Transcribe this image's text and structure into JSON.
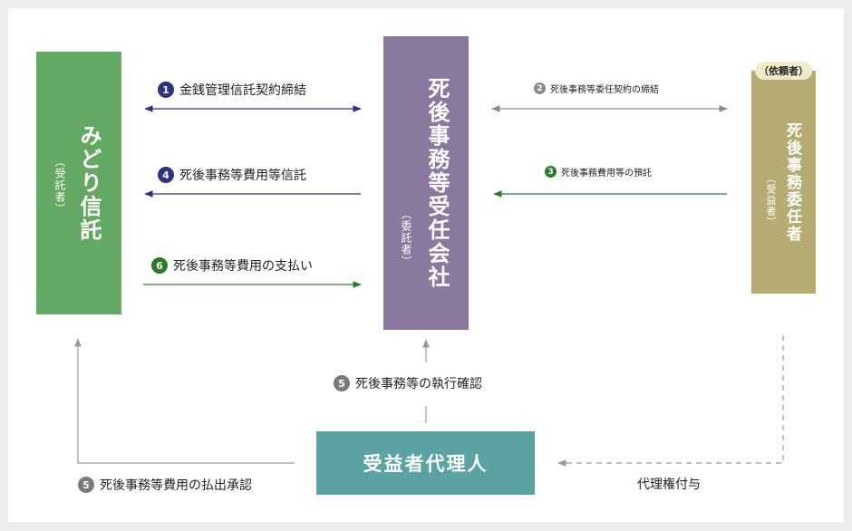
{
  "nodes": {
    "midori": {
      "name": "みどり信託",
      "role": "（受託者）",
      "color": "#63a863"
    },
    "company": {
      "name": "死後事務等受任会社",
      "role": "（委託者）",
      "color": "#8a789e"
    },
    "client": {
      "tag": "（依頼者）",
      "name": "死後事務委任者",
      "role": "（受益者）",
      "color": "#b6ab72",
      "tag_bg": "#f1eccc"
    },
    "agent": {
      "name": "受益者代理人",
      "color": "#5aa3a2"
    }
  },
  "flows": [
    {
      "num": "1",
      "label": "金銭管理信託契約締結",
      "color": "#2e3381"
    },
    {
      "num": "4",
      "label": "死後事務等費用等信託",
      "color": "#2e3381"
    },
    {
      "num": "6",
      "label": "死後事務等費用の支払い",
      "color": "#2a7a2a"
    },
    {
      "num": "2",
      "label": "死後事務等委任契約の締結",
      "color": "#8a8a8a"
    },
    {
      "num": "3",
      "label": "死後事務費用等の預託",
      "color": "#2a7a2a"
    },
    {
      "num": "5",
      "label": "死後事務等の執行確認",
      "color": "#7a7a7a"
    },
    {
      "num": "5",
      "label": "死後事務等費用の払出承認",
      "color": "#7a7a7a"
    },
    {
      "num": "",
      "label": "代理権付与",
      "color": "#999999"
    }
  ]
}
